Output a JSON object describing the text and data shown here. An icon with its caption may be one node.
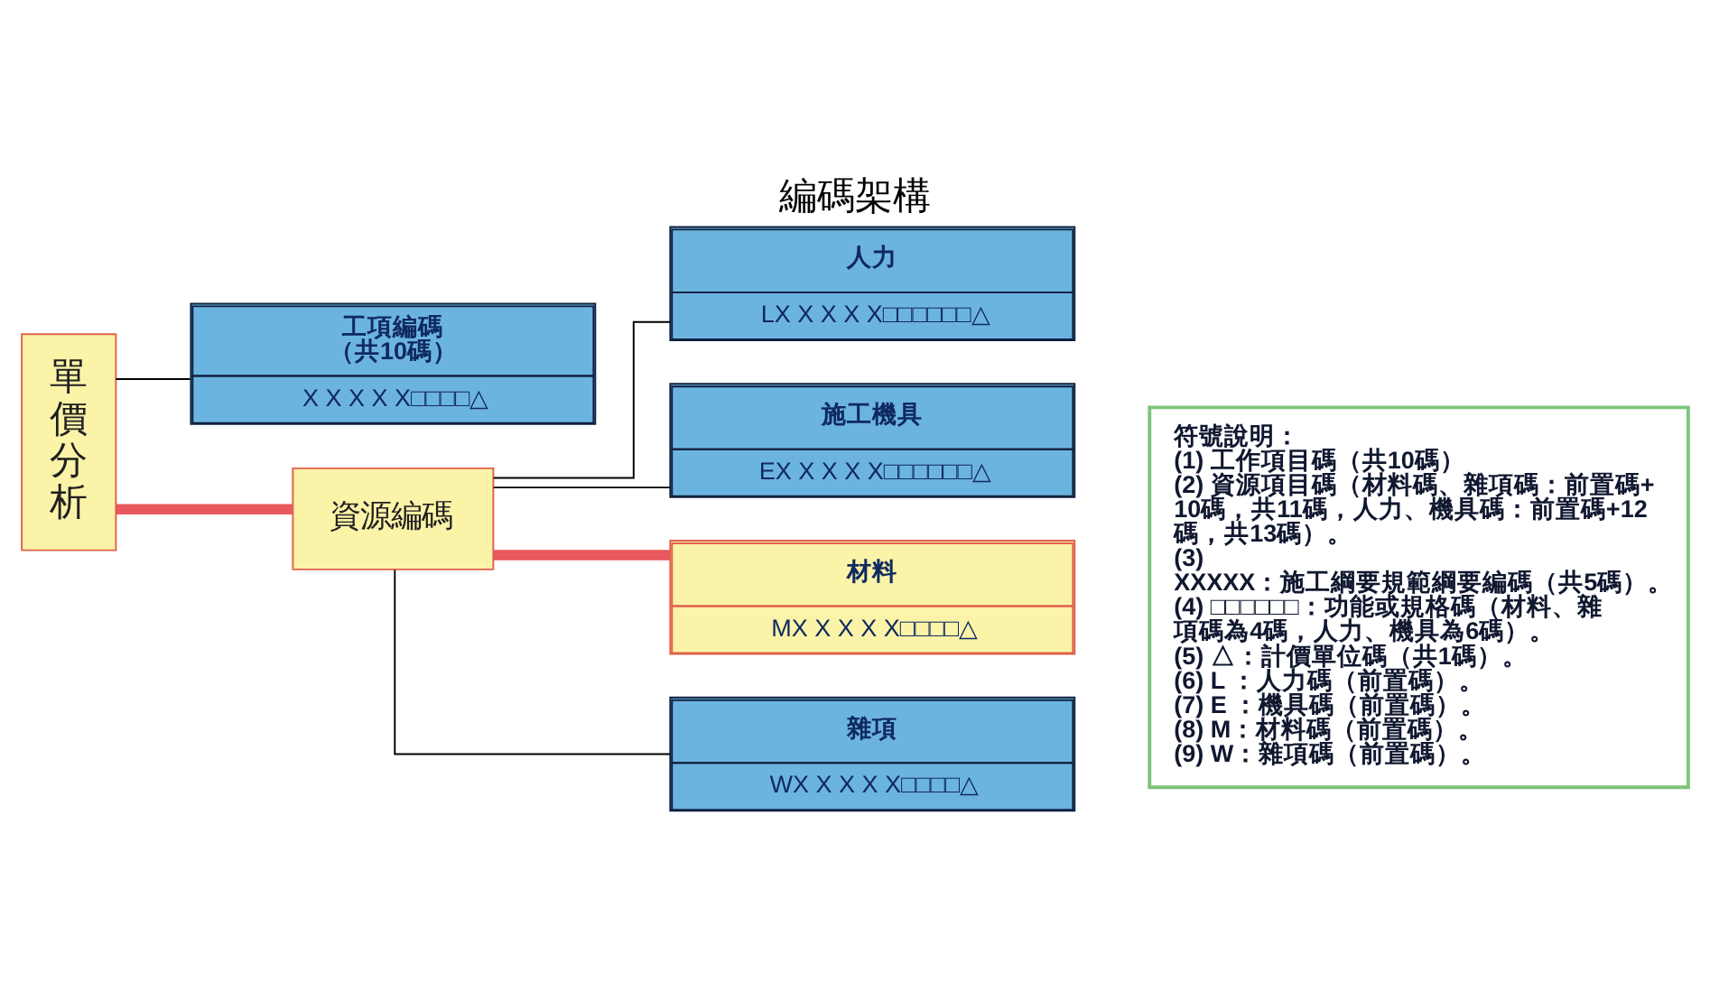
{
  "diagram": {
    "title": "編碼架構",
    "nodes": [
      {
        "text": [
          "單價分析"
        ]
      },
      {
        "text": [
          "工項編碼",
          "（共10碼）",
          "X X X X X□□□□△"
        ]
      },
      {
        "text": [
          "資源編碼"
        ]
      },
      {
        "text": [
          "人力",
          "LX X X X X□□□□□□△"
        ]
      },
      {
        "text": [
          "施工機具",
          "EX X X X X□□□□□□△"
        ]
      },
      {
        "text": [
          "材料",
          "MX X X X X□□□□△"
        ]
      },
      {
        "text": [
          "雜項",
          "WX X X X X□□□□△"
        ]
      },
      {
        "text": [
          "符號說明：",
          "(1) 工作項目碼（共10碼）",
          "(2) 資源項目碼（材料碼、雜項碼：前置碼+10碼，共11碼，人力、機具碼：前置碼+12碼，共13碼）。",
          "(3) XXXXX：施工綱要規範綱要編碼（共5碼）。",
          "(4) □□□□□□：功能或規格碼（材料、雜項碼為4碼，人力、機具為6碼）。",
          "(5) △：計價單位碼（共1碼）。",
          "(6) L ：人力碼（前置碼）。",
          "(7) E ：機具碼（前置碼）。",
          "(8) M：材料碼（前置碼）。",
          "(9) W：雜項碼（前置碼）。"
        ]
      }
    ],
    "edges": [
      {
        "from": 0,
        "to": 1,
        "arrow": "none"
      },
      {
        "from": 0,
        "to": 2,
        "arrow": "none",
        "style": "thick",
        "color": "#e8585c"
      },
      {
        "from": 2,
        "to": 3,
        "arrow": "none"
      },
      {
        "from": 2,
        "to": 4,
        "arrow": "none"
      },
      {
        "from": 2,
        "to": 5,
        "arrow": "none",
        "style": "thick",
        "color": "#e8585c"
      },
      {
        "from": 2,
        "to": 6,
        "arrow": "none"
      }
    ]
  }
}
